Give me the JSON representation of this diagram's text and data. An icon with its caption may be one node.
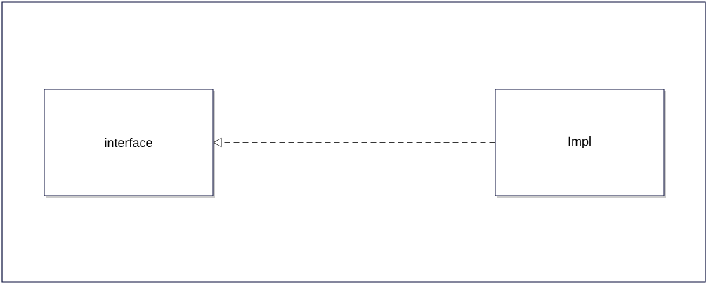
{
  "diagram": {
    "nodes": [
      {
        "text": [
          "interface"
        ]
      },
      {
        "text": [
          "Impl"
        ]
      }
    ],
    "edges": [
      {
        "from": 1,
        "to": 0,
        "arrow": "to",
        "style": "dashed"
      }
    ]
  }
}
